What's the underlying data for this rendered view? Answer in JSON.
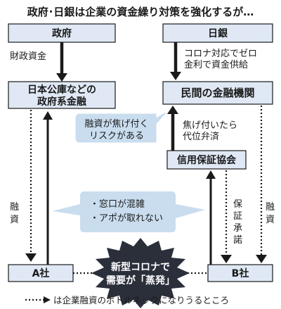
{
  "title": "政府･日銀は企業の資金繰り対策を強化するが…",
  "boxes": {
    "gov": "政府",
    "boj": "日銀",
    "gov_fin_1": "日本公庫などの",
    "gov_fin_2": "政府系金融",
    "private_fin": "民間の金融機関",
    "guarantee": "信用保証協会",
    "company_a": "A社",
    "company_b": "B社"
  },
  "labels": {
    "fiscal": "財政資金",
    "boj_note_1": "コロナ対応でゼロ",
    "boj_note_2": "金利で資金供給",
    "subrogation_1": "焦げ付いたら",
    "subrogation_2": "代位弁済",
    "loan_left": "融資",
    "loan_right": "融資",
    "guarantee_approval": "保証承諾"
  },
  "bubbles": {
    "risk_1": "融資が焦げ付く",
    "risk_2": "リスクがある",
    "window_1": "・窓口が混雑",
    "window_2": "・アポが取れない"
  },
  "burst": {
    "line1": "新型コロナで",
    "line2": "需要が「蒸発」"
  },
  "legend": {
    "text": "は企業融資のボトルネックになりうるところ"
  },
  "colors": {
    "box_fill": "#dfe8f4",
    "box_stroke": "#1a1a1a",
    "bubble_fill": "#c9ddef",
    "burst_fill": "#2a2f3a",
    "arrow": "#1a1a1a"
  }
}
